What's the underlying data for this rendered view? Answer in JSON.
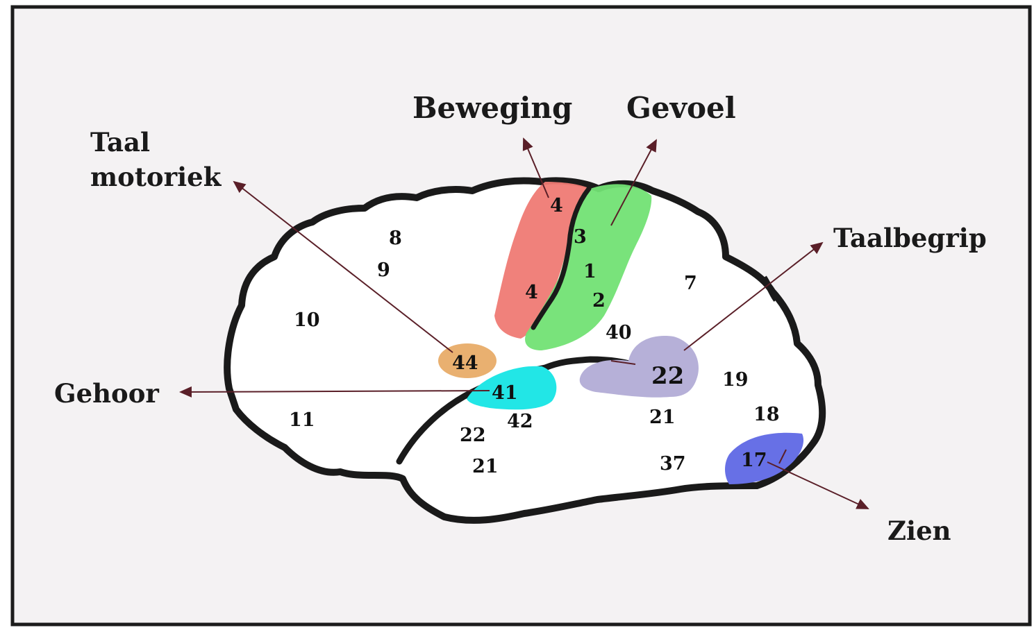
{
  "labels": {
    "beweging": "Beweging",
    "gevoel": "Gevoel",
    "taal_line1": "Taal",
    "taal_line2": "motoriek",
    "taalbegrip": "Taalbegrip",
    "gehoor": "Gehoor",
    "zien": "Zien"
  },
  "areas": {
    "a4_top": "4",
    "a4_bottom": "4",
    "a3": "3",
    "a1": "1",
    "a2": "2",
    "a8": "8",
    "a9": "9",
    "a10": "10",
    "a11": "11",
    "a7": "7",
    "a40": "40",
    "a44": "44",
    "a41": "41",
    "a42": "42",
    "a22_front": "22",
    "a21_front": "21",
    "a22_back": "22",
    "a19": "19",
    "a21_back": "21",
    "a18": "18",
    "a37": "37",
    "a17": "17"
  },
  "colors": {
    "background": "#f4f2f3",
    "frame": "#1c1c1c",
    "outline": "#1a1a1a",
    "motor": "#ef7a74",
    "sensory": "#72e274",
    "broca": "#e9b070",
    "auditory": "#22e6e6",
    "wernicke": "#b6b0d8",
    "visual": "#6770e6",
    "arrow": "#5a1f28"
  }
}
